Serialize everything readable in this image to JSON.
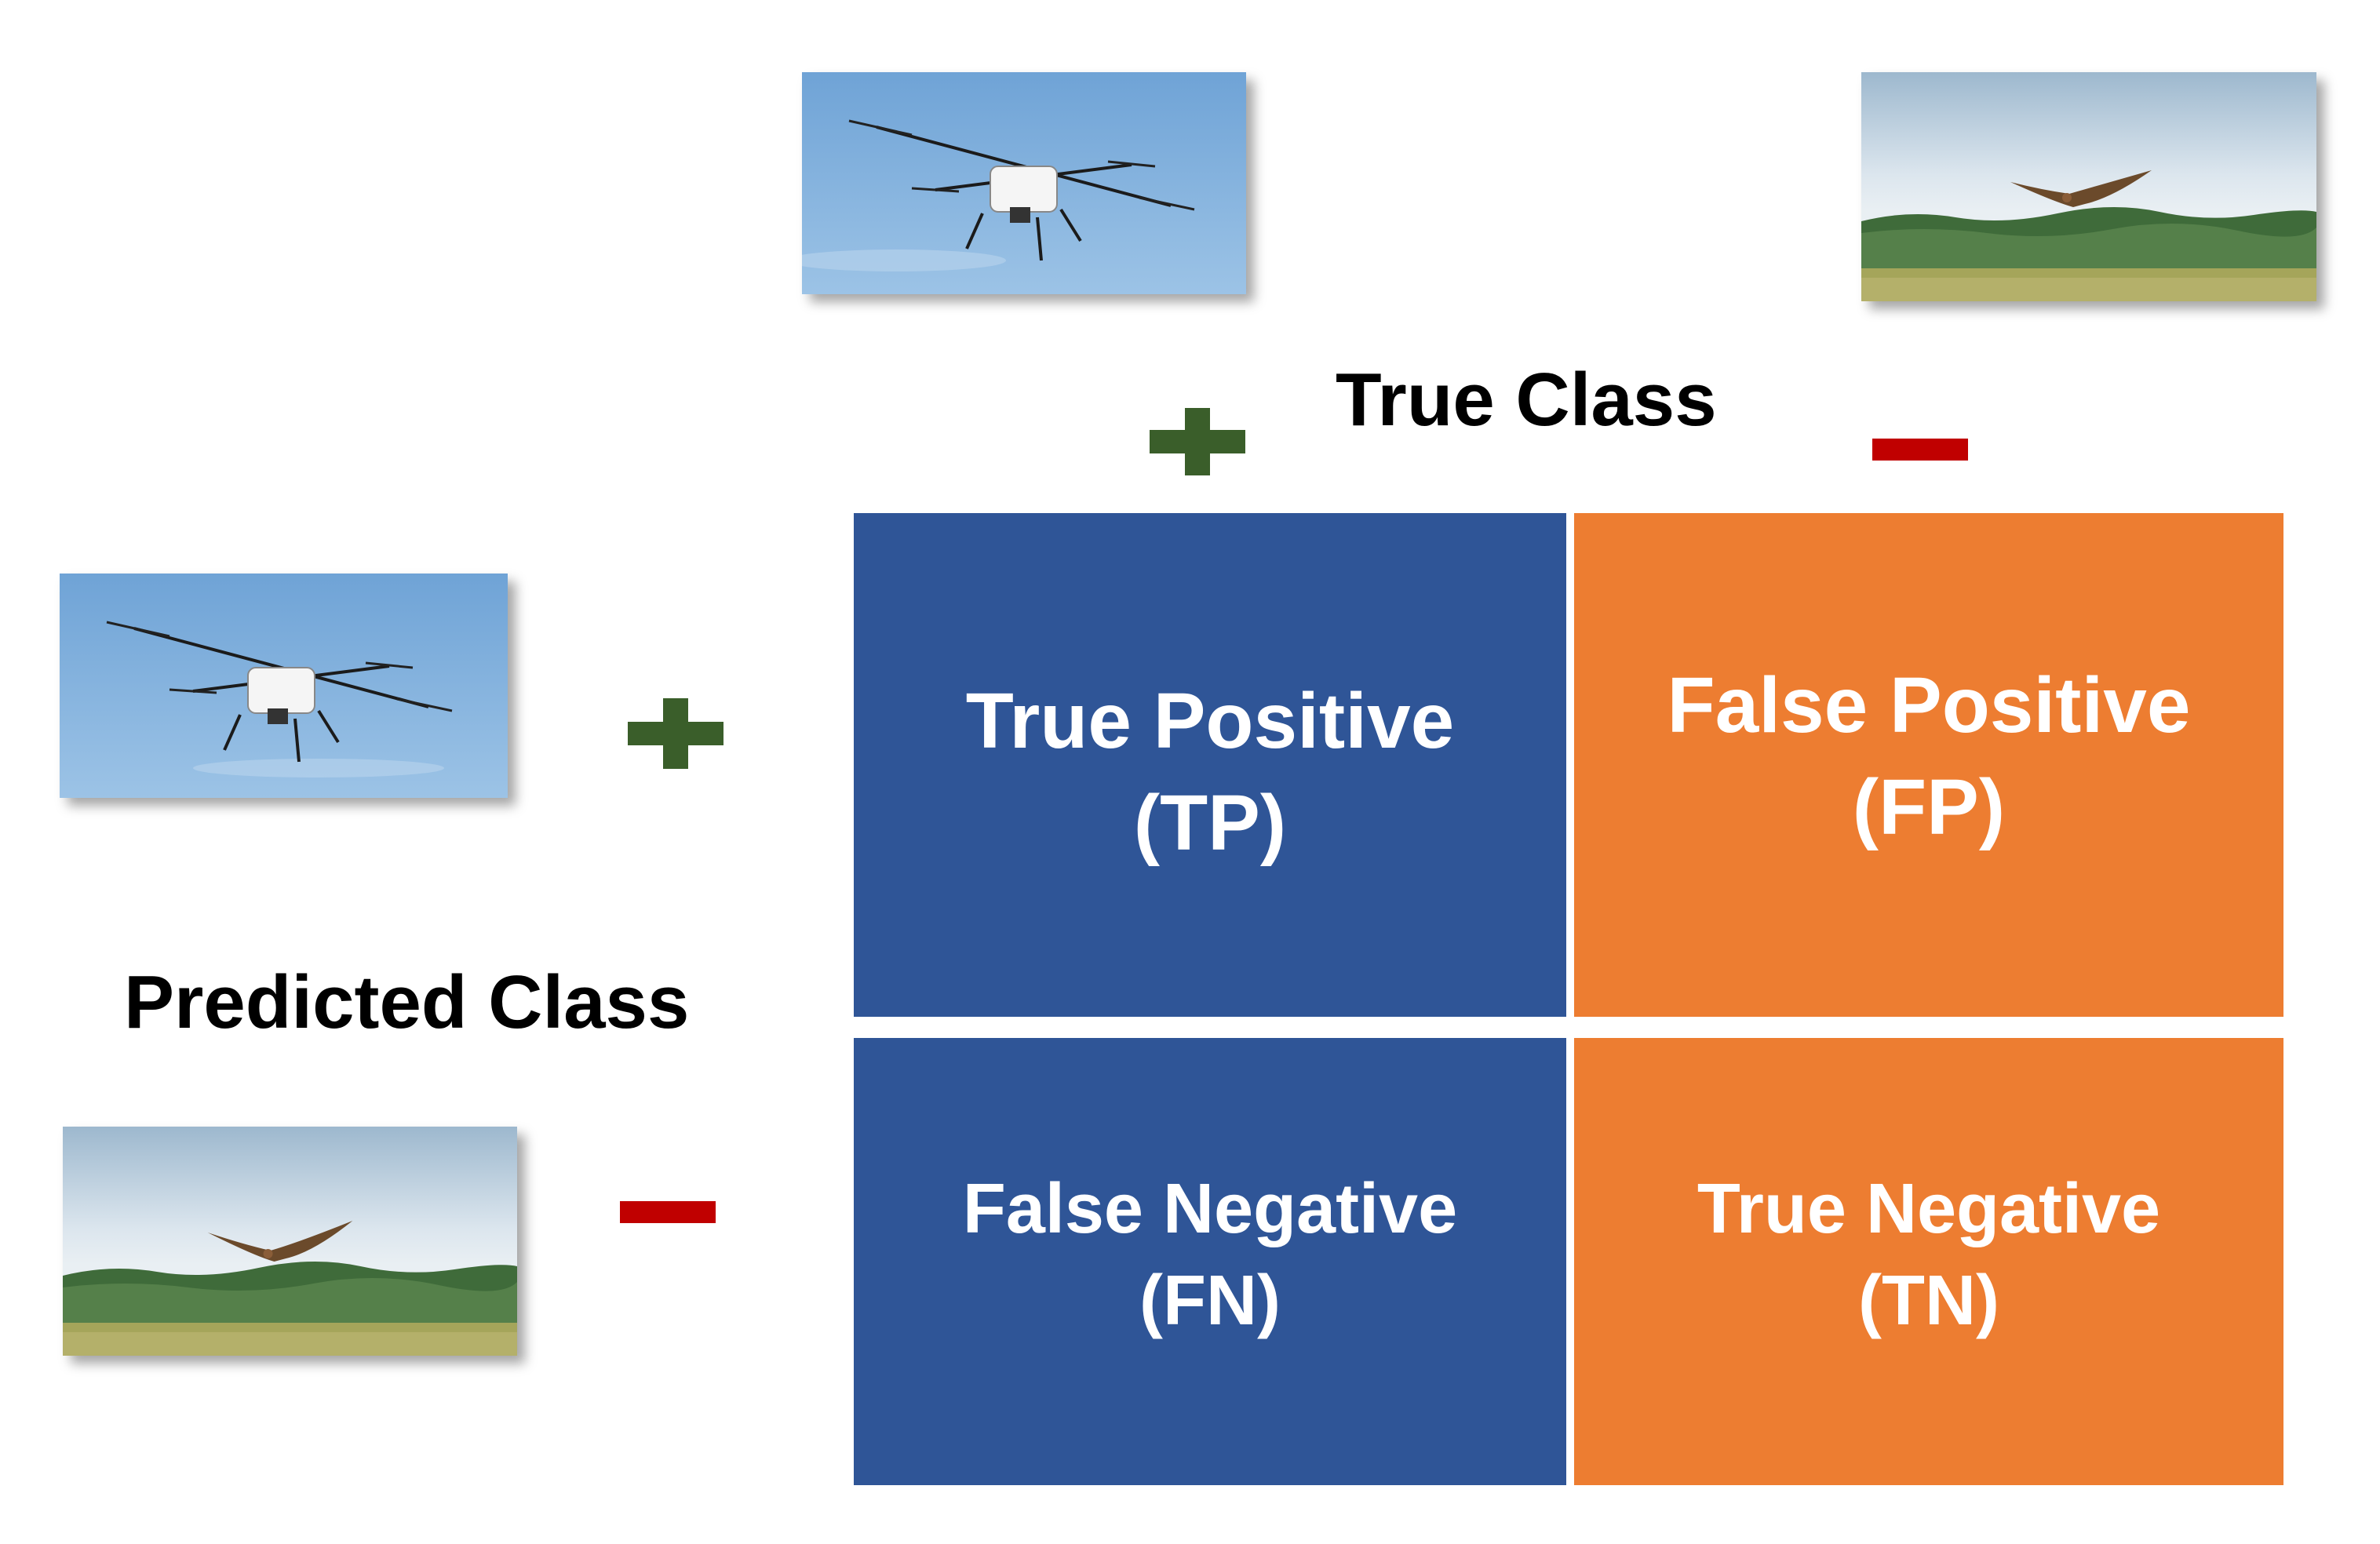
{
  "labels": {
    "true_class": "True Class",
    "predicted_class": "Predicted Class"
  },
  "cells": {
    "tp": {
      "line1": "True Positive",
      "line2": "(TP)"
    },
    "fp": {
      "line1": "False Positive",
      "line2": "(FP)"
    },
    "fn": {
      "line1": "False Negative",
      "line2": "(FN)"
    },
    "tn": {
      "line1": "True Negative",
      "line2": "(TN)"
    }
  },
  "colors": {
    "positive_column": "#2F5597",
    "negative_column": "#ED7D31",
    "plus_sign": "#3A5E2A",
    "minus_sign": "#C00000",
    "text_on_cells": "#FFFFFF"
  },
  "icons": {
    "plus": "plus-icon",
    "minus": "minus-icon",
    "drone_photo": "drone-photo",
    "bird_photo": "bird-photo"
  }
}
